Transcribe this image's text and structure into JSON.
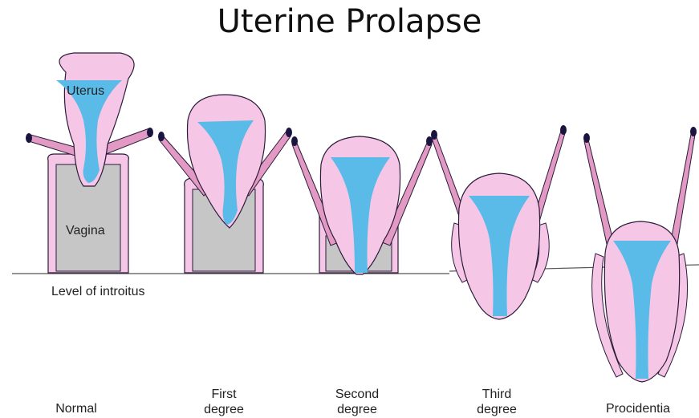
{
  "title": "Uterine Prolapse",
  "labels": {
    "uterus": "Uterus",
    "vagina": "Vagina",
    "introitus": "Level of introitus"
  },
  "stages": [
    {
      "name": "Normal"
    },
    {
      "name": "First\ndegree"
    },
    {
      "name": "Second\ndegree"
    },
    {
      "name": "Third\ndegree"
    },
    {
      "name": "Procidentia"
    }
  ],
  "colors": {
    "uterus_wall": "#f6c6e6",
    "cavity": "#5bbbe8",
    "vagina": "#c6c6c6",
    "ligament": "#e29ac4",
    "outline": "#2b1b3a",
    "ligament_tip": "#1c1440"
  }
}
